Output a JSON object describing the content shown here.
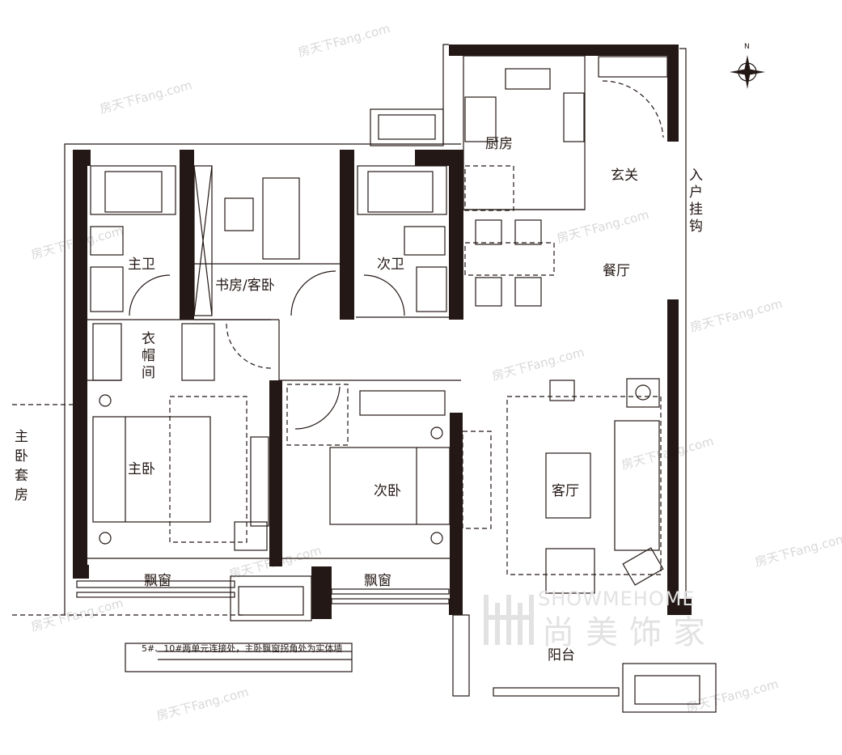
{
  "plan": {
    "compass_label": "N",
    "rooms": {
      "kitchen": "厨房",
      "foyer": "玄关",
      "entry_hook": [
        "入",
        "户",
        "挂",
        "钩"
      ],
      "dining": "餐厅",
      "master_bath": "主卫",
      "study": "书房/客卧",
      "second_bath": "次卫",
      "walk_in_closet": [
        "衣",
        "帽",
        "间"
      ],
      "master_bedroom": "主卧",
      "second_bedroom": "次卧",
      "living_room": "客厅",
      "bay_window_1": "飘窗",
      "bay_window_2": "飘窗",
      "balcony": "阳台",
      "master_suite": [
        "主",
        "卧",
        "套",
        "房"
      ]
    },
    "note": "5#、10#两单元连接处，主卧飘窗拐角处为实体墙"
  },
  "watermarks": {
    "fang": "房天下Fang.com",
    "brand_en": "SHOWMEHOME",
    "brand_cn": "尚美饰家"
  }
}
